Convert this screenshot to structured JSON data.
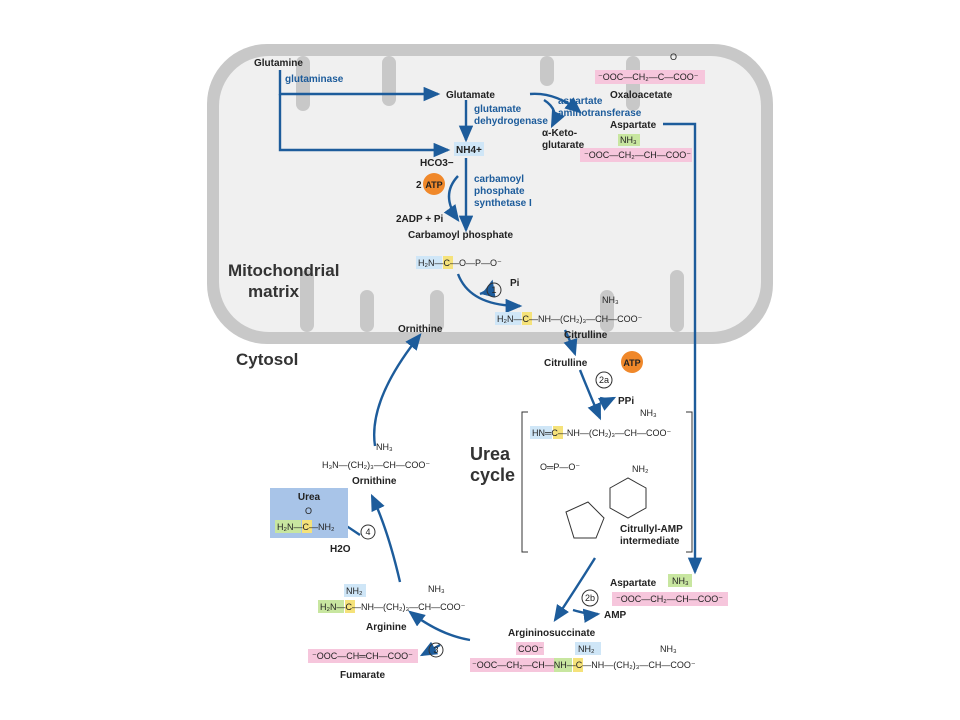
{
  "regions": {
    "matrix_line1": "Mitochondrial",
    "matrix_line2": "matrix",
    "cytosol": "Cytosol",
    "cycle_line1": "Urea",
    "cycle_line2": "cycle"
  },
  "compounds": {
    "glutamine": "Glutamine",
    "glutamate": "Glutamate",
    "oxaloacetate": "Oxaloacetate",
    "aspartate_mito": "Aspartate",
    "alpha_keto_1": "α-Keto-",
    "alpha_keto_2": "glutarate",
    "nh4": "NH4+",
    "hco3": "HCO3−",
    "atp_count": "2",
    "adp": "2ADP + Pi",
    "carbamoyl_phosphate": "Carbamoyl phosphate",
    "ornithine_top": "Ornithine",
    "citrulline_top": "Citrulline",
    "citrulline_cyto": "Citrulline",
    "citrullyl_amp_1": "Citrullyl-AMP",
    "citrullyl_amp_2": "intermediate",
    "aspartate_cyto": "Aspartate",
    "argininosuccinate": "Argininosuccinate",
    "fumarate": "Fumarate",
    "arginine": "Arginine",
    "ornithine_left": "Ornithine",
    "urea_box_title": "Urea",
    "h2o": "H2O",
    "pi": "Pi",
    "ppi": "PPi",
    "amp": "AMP"
  },
  "enzymes": {
    "glutaminase": "glutaminase",
    "glutamate_dh_1": "glutamate",
    "glutamate_dh_2": "dehydrogenase",
    "aspartate_at_1": "aspartate",
    "aspartate_at_2": "aminotransferase",
    "cps_1": "carbamoyl",
    "cps_2": "phosphate",
    "cps_3": "synthetase I"
  },
  "steps": {
    "s1": "1",
    "s2a": "2a",
    "s2b": "2b",
    "s3": "3",
    "s4": "4"
  },
  "structures": {
    "oxaloacetate": "⁻OOC—CH₂—C—COO⁻",
    "aspartate_mito": "⁻OOC—CH₂—CH—COO⁻",
    "carbamoyl": "H₂N—C—O—P—O⁻",
    "citrulline": "H₂N—C—NH—(CH₂)₃—CH—COO⁻",
    "citrullyl_amp_top": "HN═C—NH—(CH₂)₃—CH—COO⁻",
    "citrullyl_amp_phos": "O═P—O⁻",
    "ornithine": "H₃N—(CH₂)₃—CH—COO⁻",
    "urea": "H₂N—C—NH₂",
    "arginine": "H₂N—C—NH—(CH₂)₃—CH—COO⁻",
    "aspartate_cyto": "⁻OOC—CH₂—CH—COO⁻",
    "fumarate": "⁻OOC—CH═CH—COO⁻",
    "argininosuccinate": "⁻OOC—CH₂—CH—NH—C—NH—(CH₂)₃—CH—COO⁻",
    "nh3": "NH₃",
    "nh2": "NH₂",
    "coo": "COO⁻",
    "o": "O"
  },
  "colors": {
    "arrow": "#1d5c9b",
    "membrane": "#c8c8c8",
    "matrix_fill": "#f0f0f0",
    "atp": "#f0882a",
    "pink": "#f6c6dc",
    "blue_highlight": "#cfe6f7",
    "green_highlight": "#c8e6a0",
    "yellow_highlight": "#f5e27a",
    "urea_box": "#a8c4e8"
  }
}
